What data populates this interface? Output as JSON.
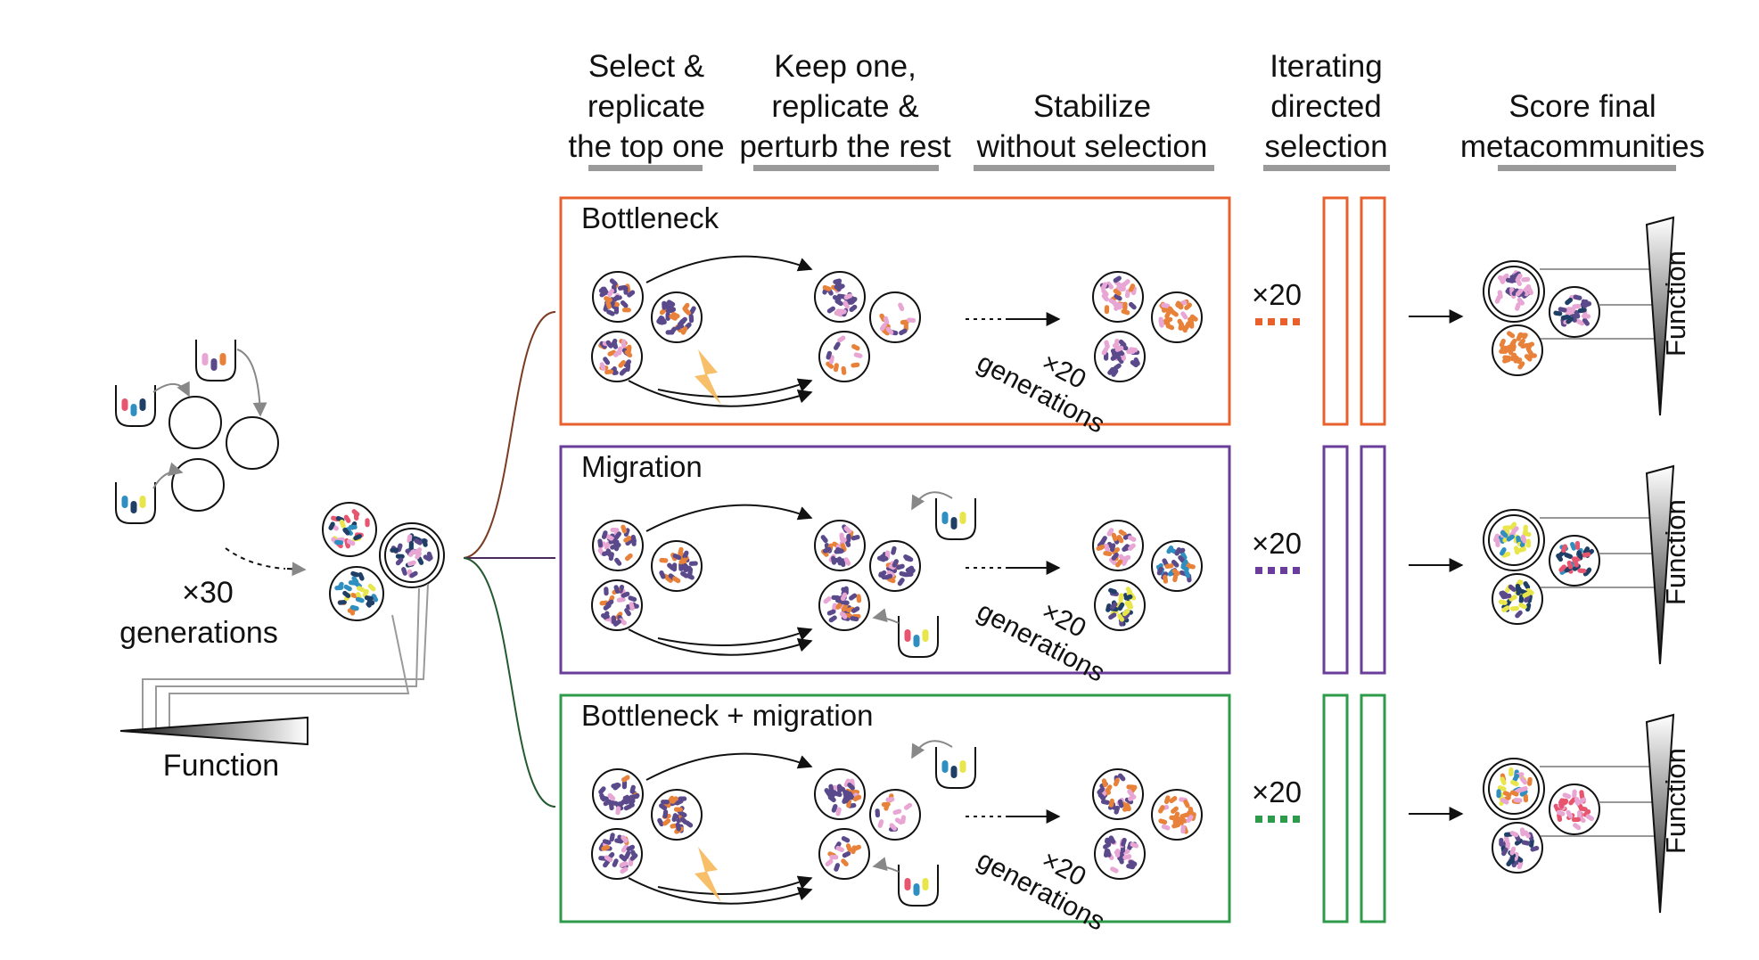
{
  "headers": [
    {
      "lines": [
        "Select &",
        "replicate",
        "the top one"
      ]
    },
    {
      "lines": [
        "Keep one,",
        "replicate &",
        "perturb the rest"
      ]
    },
    {
      "lines": [
        "Stabilize",
        "without selection"
      ]
    },
    {
      "lines": [
        "Iterating",
        "directed",
        "selection"
      ]
    },
    {
      "lines": [
        "Score final",
        "metacommunities"
      ]
    }
  ],
  "left": {
    "times_label": "×30",
    "generations_label": "generations",
    "function_label": "Function"
  },
  "panels": [
    {
      "title": "Bottleneck",
      "color": "#e8602c",
      "times_label": "×20",
      "stabilize_times": "×20",
      "stabilize_generations": "generations",
      "function_label": "Function"
    },
    {
      "title": "Migration",
      "color": "#6a3d9a",
      "times_label": "×20",
      "stabilize_times": "×20",
      "stabilize_generations": "generations",
      "function_label": "Function"
    },
    {
      "title": "Bottleneck + migration",
      "color": "#2e9b4b",
      "times_label": "×20",
      "stabilize_times": "×20",
      "stabilize_generations": "generations",
      "function_label": "Function"
    }
  ],
  "colors": {
    "purple": "#5b4a8b",
    "orange": "#e8823a",
    "pink": "#e8a6d4",
    "teal": "#2f8fc0",
    "yellow": "#e8e64a",
    "red": "#e8556e",
    "navy": "#1f3f66",
    "lightning": "#f7b85a",
    "gray_line": "#9a9a9a"
  }
}
